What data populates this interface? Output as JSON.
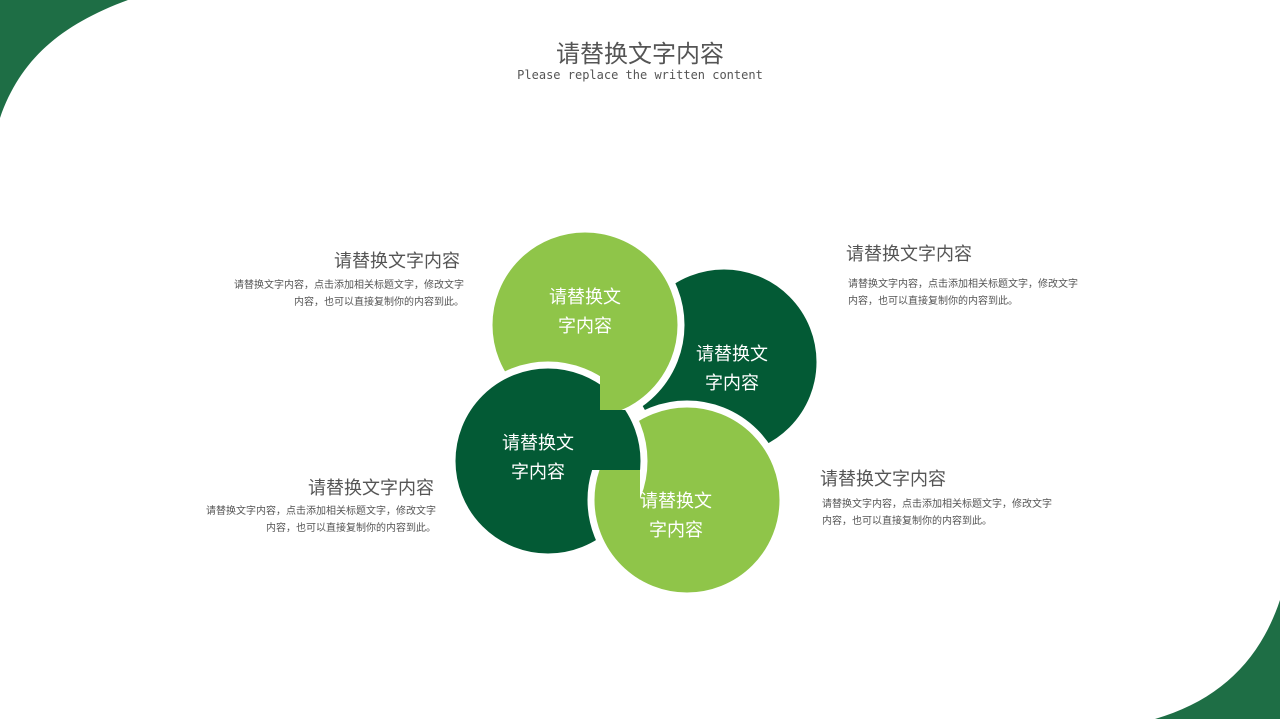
{
  "header": {
    "title": "请替换文字内容",
    "subtitle": "Please replace the written content"
  },
  "colors": {
    "dark_green": "#035a35",
    "light_green": "#8fc549",
    "corner_green": "#1e6e45"
  },
  "circles": [
    {
      "label_line1": "请替换文",
      "label_line2": "字内容",
      "color": "light"
    },
    {
      "label_line1": "请替换文",
      "label_line2": "字内容",
      "color": "dark"
    },
    {
      "label_line1": "请替换文",
      "label_line2": "字内容",
      "color": "dark"
    },
    {
      "label_line1": "请替换文",
      "label_line2": "字内容",
      "color": "light"
    }
  ],
  "blocks": [
    {
      "heading": "请替换文字内容",
      "body": "请替换文字内容，点击添加相关标题文字，修改文字内容，也可以直接复制你的内容到此。"
    },
    {
      "heading": "请替换文字内容",
      "body": "请替换文字内容，点击添加相关标题文字，修改文字内容，也可以直接复制你的内容到此。"
    },
    {
      "heading": "请替换文字内容",
      "body": "请替换文字内容，点击添加相关标题文字，修改文字内容，也可以直接复制你的内容到此。"
    },
    {
      "heading": "请替换文字内容",
      "body": "请替换文字内容，点击添加相关标题文字，修改文字内容，也可以直接复制你的内容到此。"
    }
  ]
}
